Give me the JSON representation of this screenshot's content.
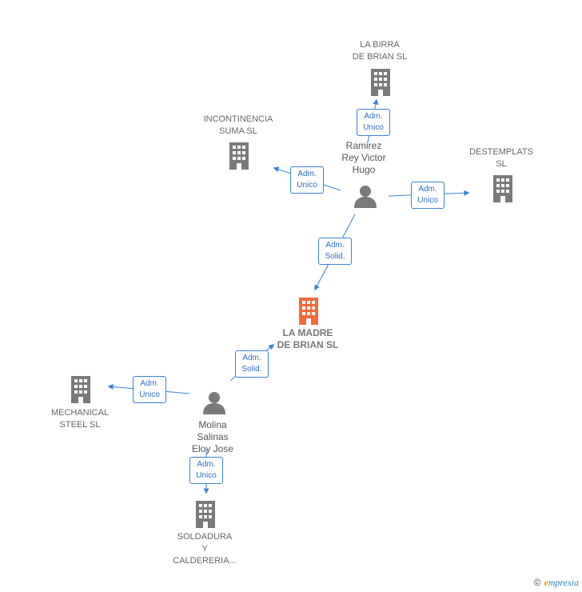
{
  "nodes": {
    "la_birra": {
      "label": "LA BIRRA\nDE BRIAN SL",
      "type": "company"
    },
    "incontinencia": {
      "label": "INCONTINENCIA\nSUMA  SL",
      "type": "company"
    },
    "destemplats": {
      "label": "DESTEMPLATS\nSL",
      "type": "company"
    },
    "ramirez": {
      "label": "Ramirez\nRey Victor\nHugo",
      "type": "person"
    },
    "la_madre": {
      "label": "LA MADRE\nDE BRIAN  SL",
      "type": "company-main"
    },
    "mechanical": {
      "label": "MECHANICAL\nSTEEL  SL",
      "type": "company"
    },
    "molina": {
      "label": "Molina\nSalinas\nEloy Jose",
      "type": "person"
    },
    "soldadura": {
      "label": "SOLDADURA\nY\nCALDERERIA...",
      "type": "company"
    }
  },
  "edges": [
    {
      "from": "ramirez",
      "to": "la_birra",
      "label": "Adm.\nUnico"
    },
    {
      "from": "ramirez",
      "to": "incontinencia",
      "label": "Adm.\nUnico"
    },
    {
      "from": "ramirez",
      "to": "destemplats",
      "label": "Adm.\nUnico"
    },
    {
      "from": "ramirez",
      "to": "la_madre",
      "label": "Adm.\nSolid."
    },
    {
      "from": "molina",
      "to": "la_madre",
      "label": "Adm.\nSolid."
    },
    {
      "from": "molina",
      "to": "mechanical",
      "label": "Adm.\nUnico"
    },
    {
      "from": "molina",
      "to": "soldadura",
      "label": "Adm.\nUnico"
    }
  ],
  "footer": {
    "copyright": "©",
    "brand_e": "e",
    "brand_rest": "mpresia"
  },
  "colors": {
    "company": "#7a7a7a",
    "main": "#f26b3a",
    "edge": "#3b82d4",
    "person": "#7a7a7a"
  }
}
